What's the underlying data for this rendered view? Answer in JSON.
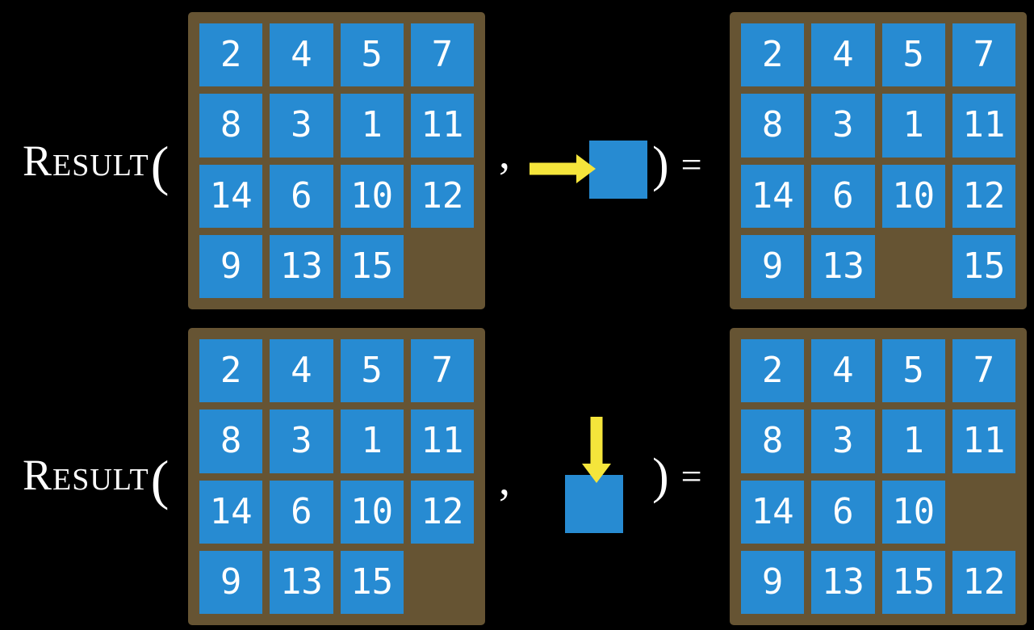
{
  "figure": {
    "function_name": "Result",
    "open_paren": "(",
    "comma": ",",
    "close_paren": ")",
    "equals": "="
  },
  "colors": {
    "background": "#000000",
    "board": "#665433",
    "tile": "#278bd2",
    "tile_text": "#ffffff",
    "arrow": "#f5e53b",
    "text": "#ffffff"
  },
  "rows": [
    {
      "move_direction": "right",
      "move_icon": "arrow-right-icon",
      "input_board": {
        "cells": [
          "2",
          "4",
          "5",
          "7",
          "8",
          "3",
          "1",
          "11",
          "14",
          "6",
          "10",
          "12",
          "9",
          "13",
          "15",
          ""
        ]
      },
      "result_board": {
        "cells": [
          "2",
          "4",
          "5",
          "7",
          "8",
          "3",
          "1",
          "11",
          "14",
          "6",
          "10",
          "12",
          "9",
          "13",
          "",
          "15"
        ]
      }
    },
    {
      "move_direction": "down",
      "move_icon": "arrow-down-icon",
      "input_board": {
        "cells": [
          "2",
          "4",
          "5",
          "7",
          "8",
          "3",
          "1",
          "11",
          "14",
          "6",
          "10",
          "12",
          "9",
          "13",
          "15",
          ""
        ]
      },
      "result_board": {
        "cells": [
          "2",
          "4",
          "5",
          "7",
          "8",
          "3",
          "1",
          "11",
          "14",
          "6",
          "10",
          "",
          "9",
          "13",
          "15",
          "12"
        ]
      }
    }
  ]
}
